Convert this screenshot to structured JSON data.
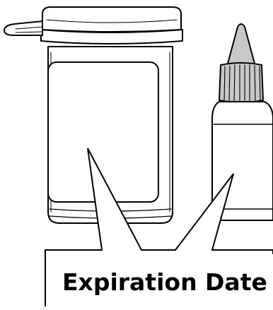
{
  "illustration": {
    "items": [
      "test-strip-vial",
      "control-solution-bottle"
    ],
    "line_color": "#000000",
    "fill_color": "#ffffff",
    "cap_shade_color": "#c8c8c8"
  },
  "callout": {
    "label": "Expiration Date"
  }
}
